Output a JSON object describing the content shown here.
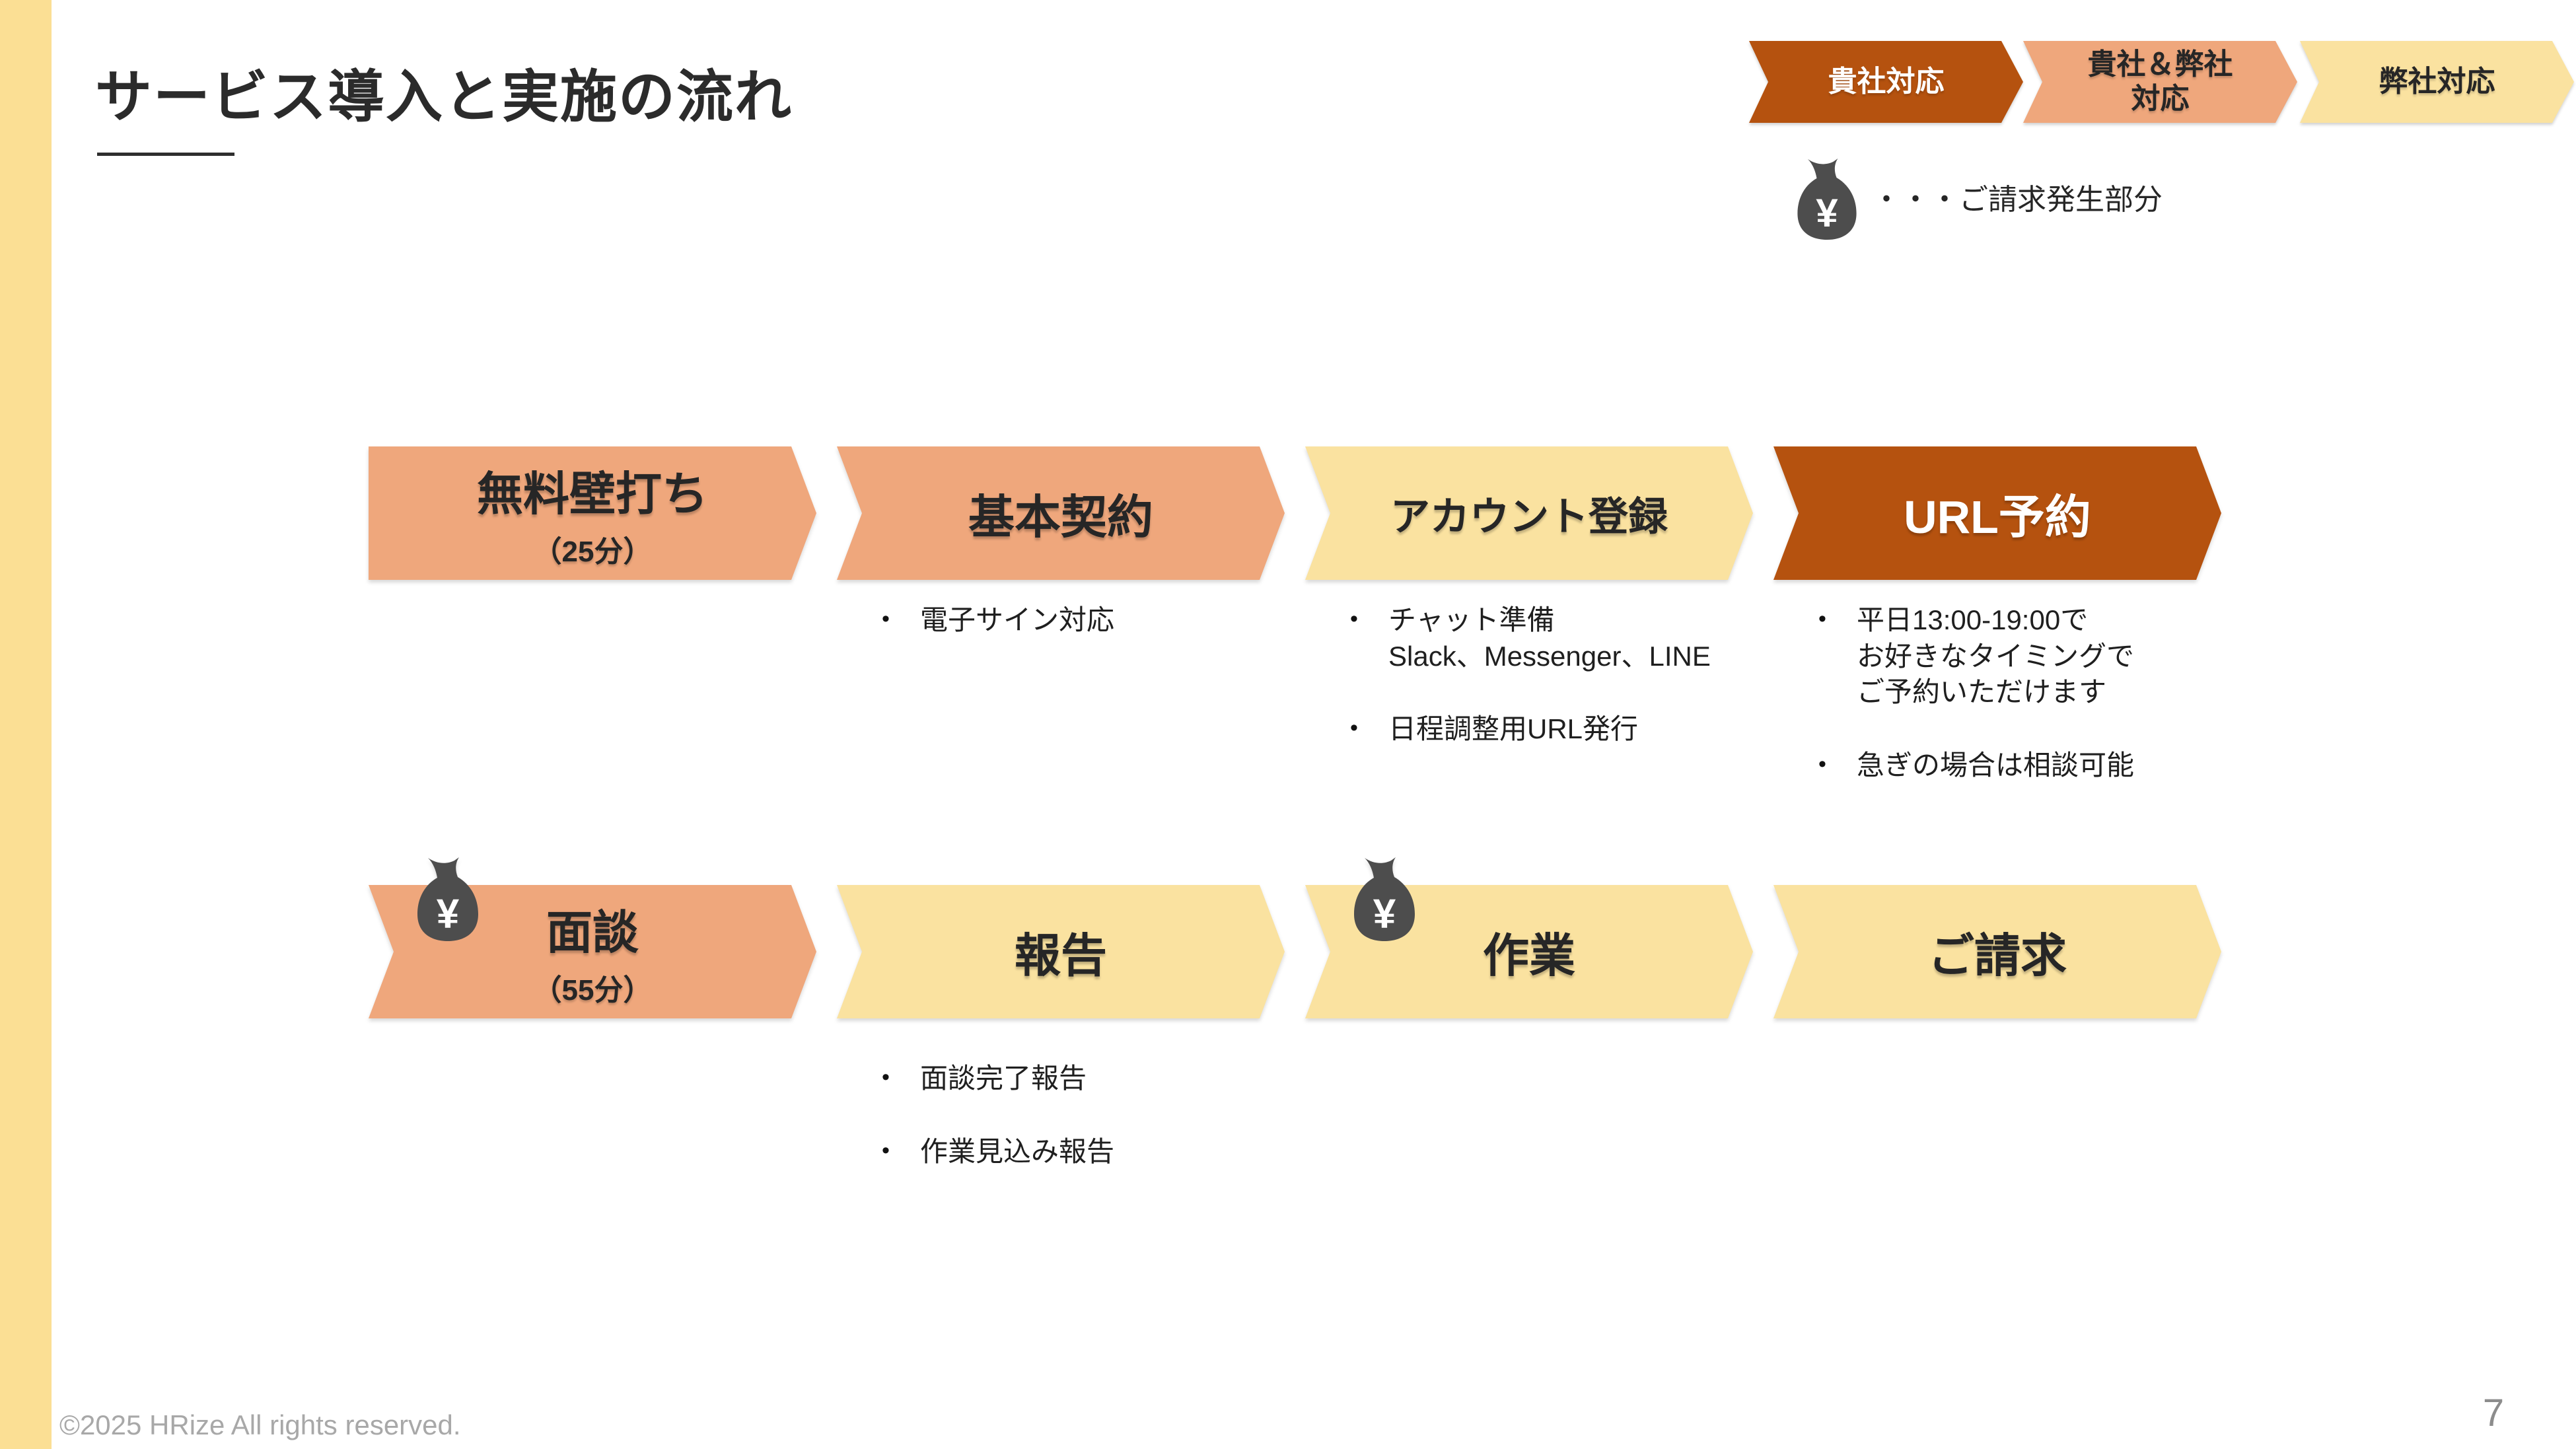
{
  "slide": {
    "title": "サービス導入と実施の流れ",
    "footer": "©2025 HRize All rights reserved.",
    "page_number": "7"
  },
  "colors": {
    "client_accent": "#B5520F",
    "both_accent": "#EFA77C",
    "company_accent": "#FAE2A0",
    "side_strip": "#FBDF94",
    "money_bag": "#4D4D4D",
    "label_dark": "#262626",
    "label_light": "#FFFFFF"
  },
  "legend": {
    "items": [
      {
        "id": "client",
        "lines": [
          "貴社対応"
        ],
        "color": "#B5520F",
        "text_color": "#FFFFFF"
      },
      {
        "id": "both",
        "lines": [
          "貴社＆弊社",
          "対応"
        ],
        "color": "#EFA77C",
        "text_color": "#262626"
      },
      {
        "id": "company",
        "lines": [
          "弊社対応"
        ],
        "color": "#FAE2A0",
        "text_color": "#262626"
      }
    ],
    "billing": {
      "yen": "¥",
      "note": "・・・ご請求発生部分"
    }
  },
  "flow": {
    "rows": [
      {
        "steps": [
          {
            "label": "無料壁打ち",
            "sub": "（25分）",
            "type": "both",
            "first": true,
            "bag": false,
            "bullets": []
          },
          {
            "label": "基本契約",
            "sub": "",
            "type": "both",
            "first": false,
            "bag": false,
            "bullets": [
              {
                "lines": [
                  "電子サイン対応"
                ]
              }
            ]
          },
          {
            "label": "アカウント登録",
            "sub": "",
            "type": "company",
            "first": false,
            "bag": false,
            "label_size": "small",
            "bullets": [
              {
                "lines": [
                  "チャット準備",
                  "Slack、Messenger、LINE"
                ]
              },
              {
                "lines": [
                  "日程調整用URL発行"
                ]
              }
            ]
          },
          {
            "label": "URL予約",
            "sub": "",
            "type": "client",
            "first": false,
            "bag": false,
            "bullets": [
              {
                "lines": [
                  "平日13:00-19:00で",
                  "お好きなタイミングで",
                  "ご予約いただけます"
                ]
              },
              {
                "lines": [
                  "急ぎの場合は相談可能"
                ]
              }
            ]
          }
        ]
      },
      {
        "steps": [
          {
            "label": "面談",
            "sub": "（55分）",
            "type": "both",
            "first": false,
            "bag": true,
            "bullets": []
          },
          {
            "label": "報告",
            "sub": "",
            "type": "company",
            "first": false,
            "bag": false,
            "bullets": [
              {
                "lines": [
                  "面談完了報告"
                ]
              },
              {
                "lines": [
                  "作業見込み報告"
                ]
              }
            ]
          },
          {
            "label": "作業",
            "sub": "",
            "type": "company",
            "first": false,
            "bag": true,
            "bullets": []
          },
          {
            "label": "ご請求",
            "sub": "",
            "type": "company",
            "first": false,
            "bag": false,
            "bullets": []
          }
        ]
      }
    ]
  }
}
